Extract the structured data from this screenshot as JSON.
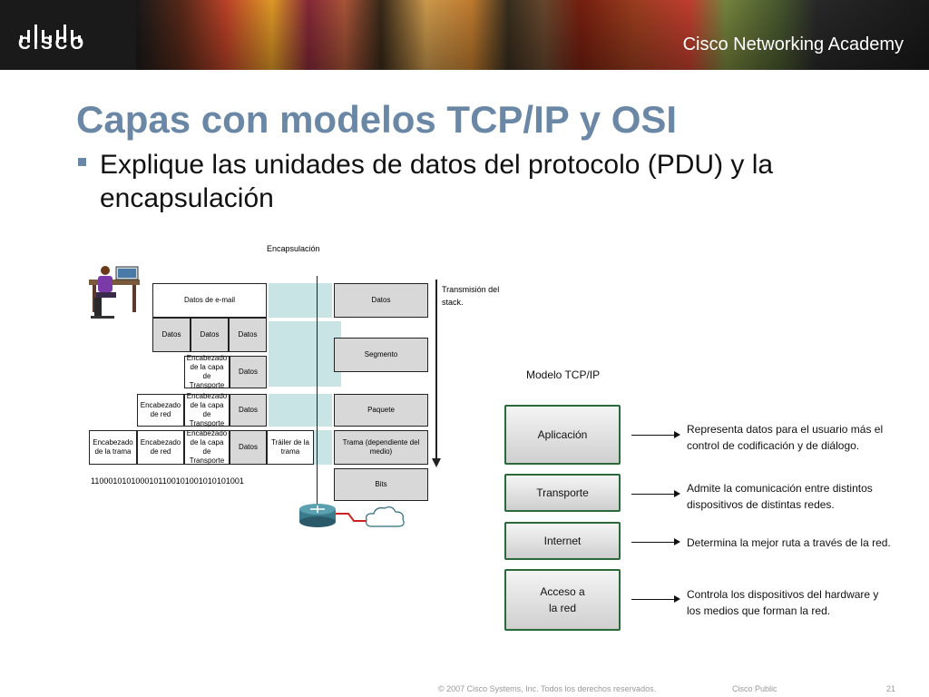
{
  "header": {
    "logo_text": "CISCO",
    "academy": "Cisco Networking Academy"
  },
  "slide": {
    "title": "Capas con modelos TCP/IP y OSI",
    "bullet": "Explique las unidades de datos del protocolo (PDU) y la encapsulación"
  },
  "encapsulation": {
    "heading": "Encapsulación",
    "transmission": "Transmisión del stack.",
    "email_data": "Datos de e-mail",
    "data_label": "Datos",
    "transport_header": "Encabezado de la capa de Transporte",
    "network_header": "Encabezado de red",
    "frame_header": "Encabezado de la trama",
    "frame_trailer": "Tráiler de la trama",
    "bit_stream": "1100010101000101100101001010101001",
    "pdus": [
      "Datos",
      "Segmento",
      "Paquete",
      "Trama (dependiente del medio)",
      "Bits"
    ]
  },
  "tcpip": {
    "heading": "Modelo TCP/IP",
    "layers": [
      {
        "name": "Aplicación",
        "desc": "Representa datos para el usuario más el control de codificación y de diálogo."
      },
      {
        "name": "Transporte",
        "desc": "Admite la comunicación entre distintos dispositivos de distintas redes."
      },
      {
        "name": "Internet",
        "desc": "Determina la mejor ruta a través de la red."
      },
      {
        "name": "Acceso a la red",
        "desc": "Controla los dispositivos del hardware y los medios que forman la red."
      }
    ]
  },
  "footer": {
    "copyright": "© 2007 Cisco Systems, Inc. Todos los derechos reservados.",
    "classification": "Cisco Public",
    "page": "21"
  }
}
